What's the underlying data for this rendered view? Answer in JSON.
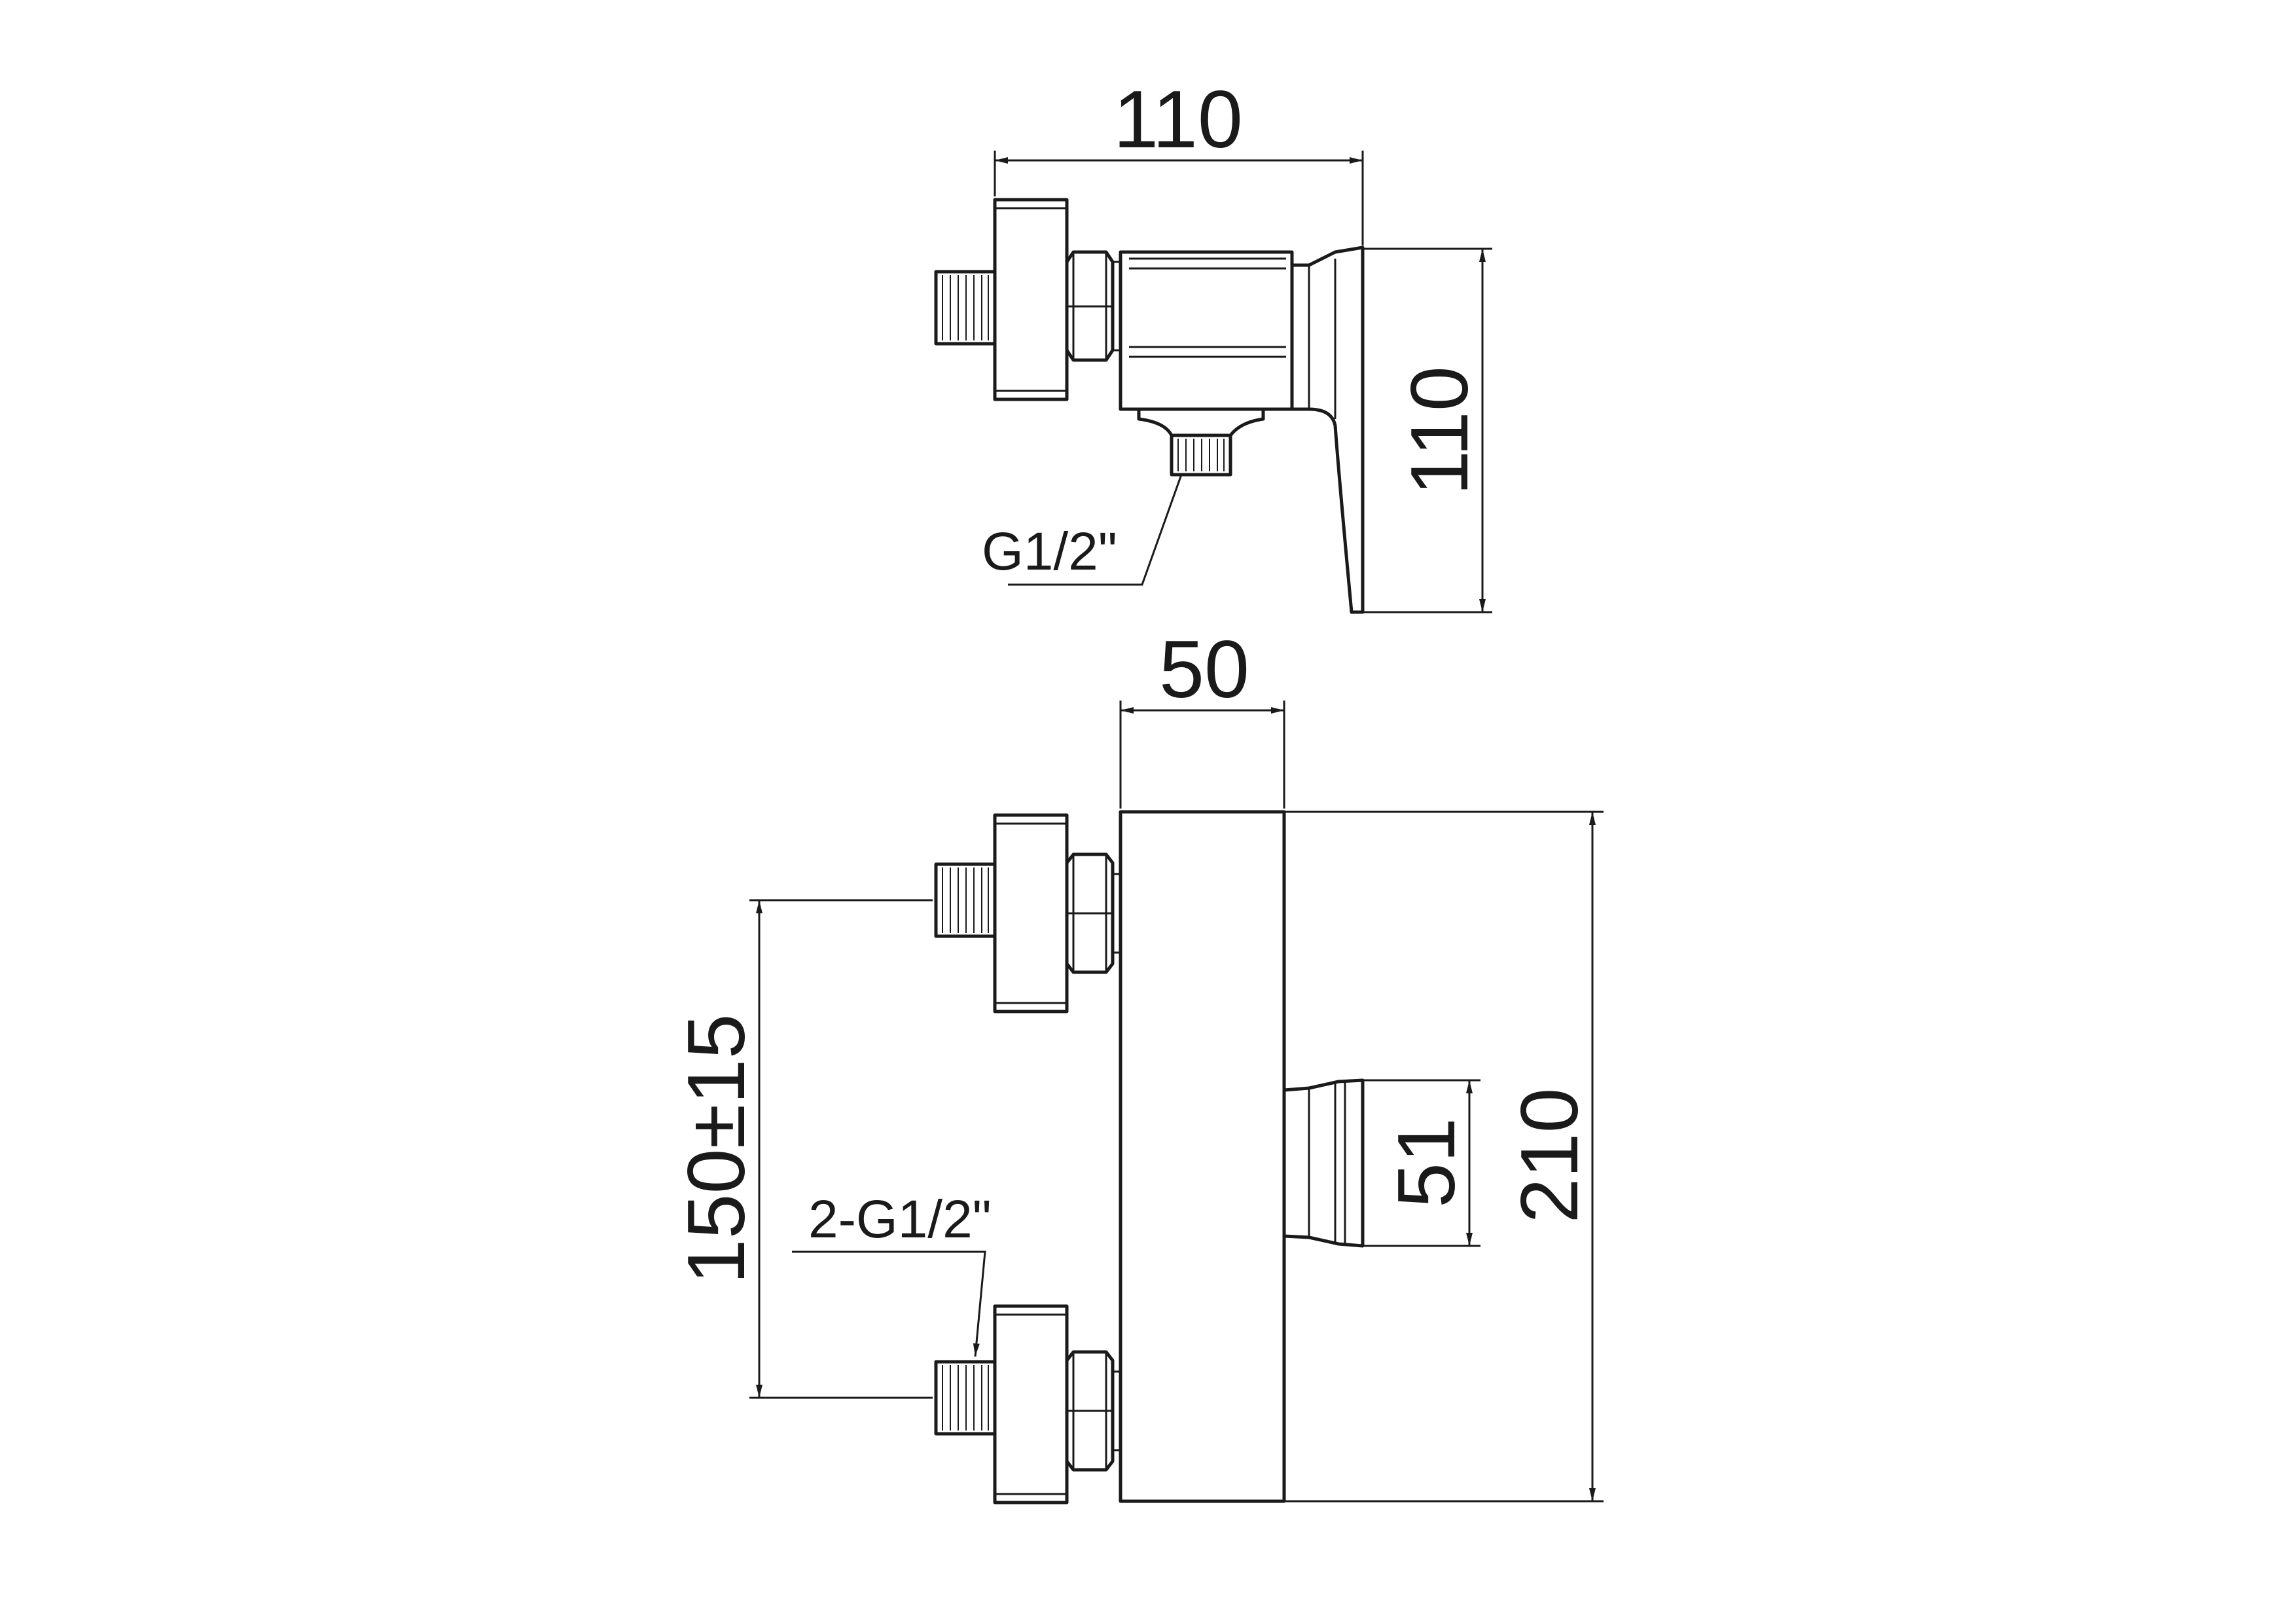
{
  "top_view": {
    "width_dim": "110",
    "height_dim": "110",
    "outlet_thread": "G1/2\""
  },
  "front_view": {
    "body_width_dim": "50",
    "body_height_dim": "210",
    "handle_height_dim": "51",
    "inlet_spacing_dim": "150±15",
    "inlet_thread": "2-G1/2\""
  },
  "colors": {
    "line": "#1a1a1a",
    "background": "#ffffff"
  }
}
